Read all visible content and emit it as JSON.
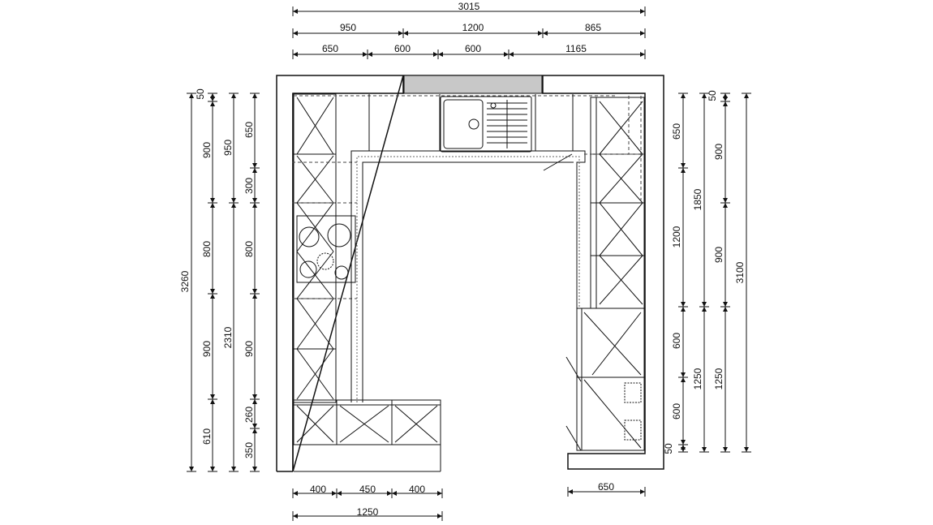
{
  "top_dims": {
    "total": "3015",
    "row2": [
      "950",
      "1200",
      "865"
    ],
    "row3": [
      "650",
      "600",
      "600",
      "1165"
    ]
  },
  "bottom_dims": {
    "left_row": [
      "400",
      "450",
      "400"
    ],
    "left_total": "1250",
    "right_total": "650"
  },
  "left_dims": {
    "col_total": "3260",
    "col_a": [
      "50",
      "900",
      "800",
      "900",
      "610"
    ],
    "col_b": [
      "950",
      "2310"
    ],
    "col_c": [
      "650",
      "300",
      "800",
      "900",
      "260",
      "350"
    ]
  },
  "right_dims": {
    "col_a": [
      "650",
      "1200",
      "600",
      "600",
      "50"
    ],
    "col_b": [
      "1850",
      "1250"
    ],
    "col_c": [
      "50",
      "900",
      "900",
      "1250"
    ],
    "col_total": "3100"
  },
  "colors": {
    "line": "#111111",
    "window": "#c8c8c8",
    "dashed": "#444444"
  }
}
